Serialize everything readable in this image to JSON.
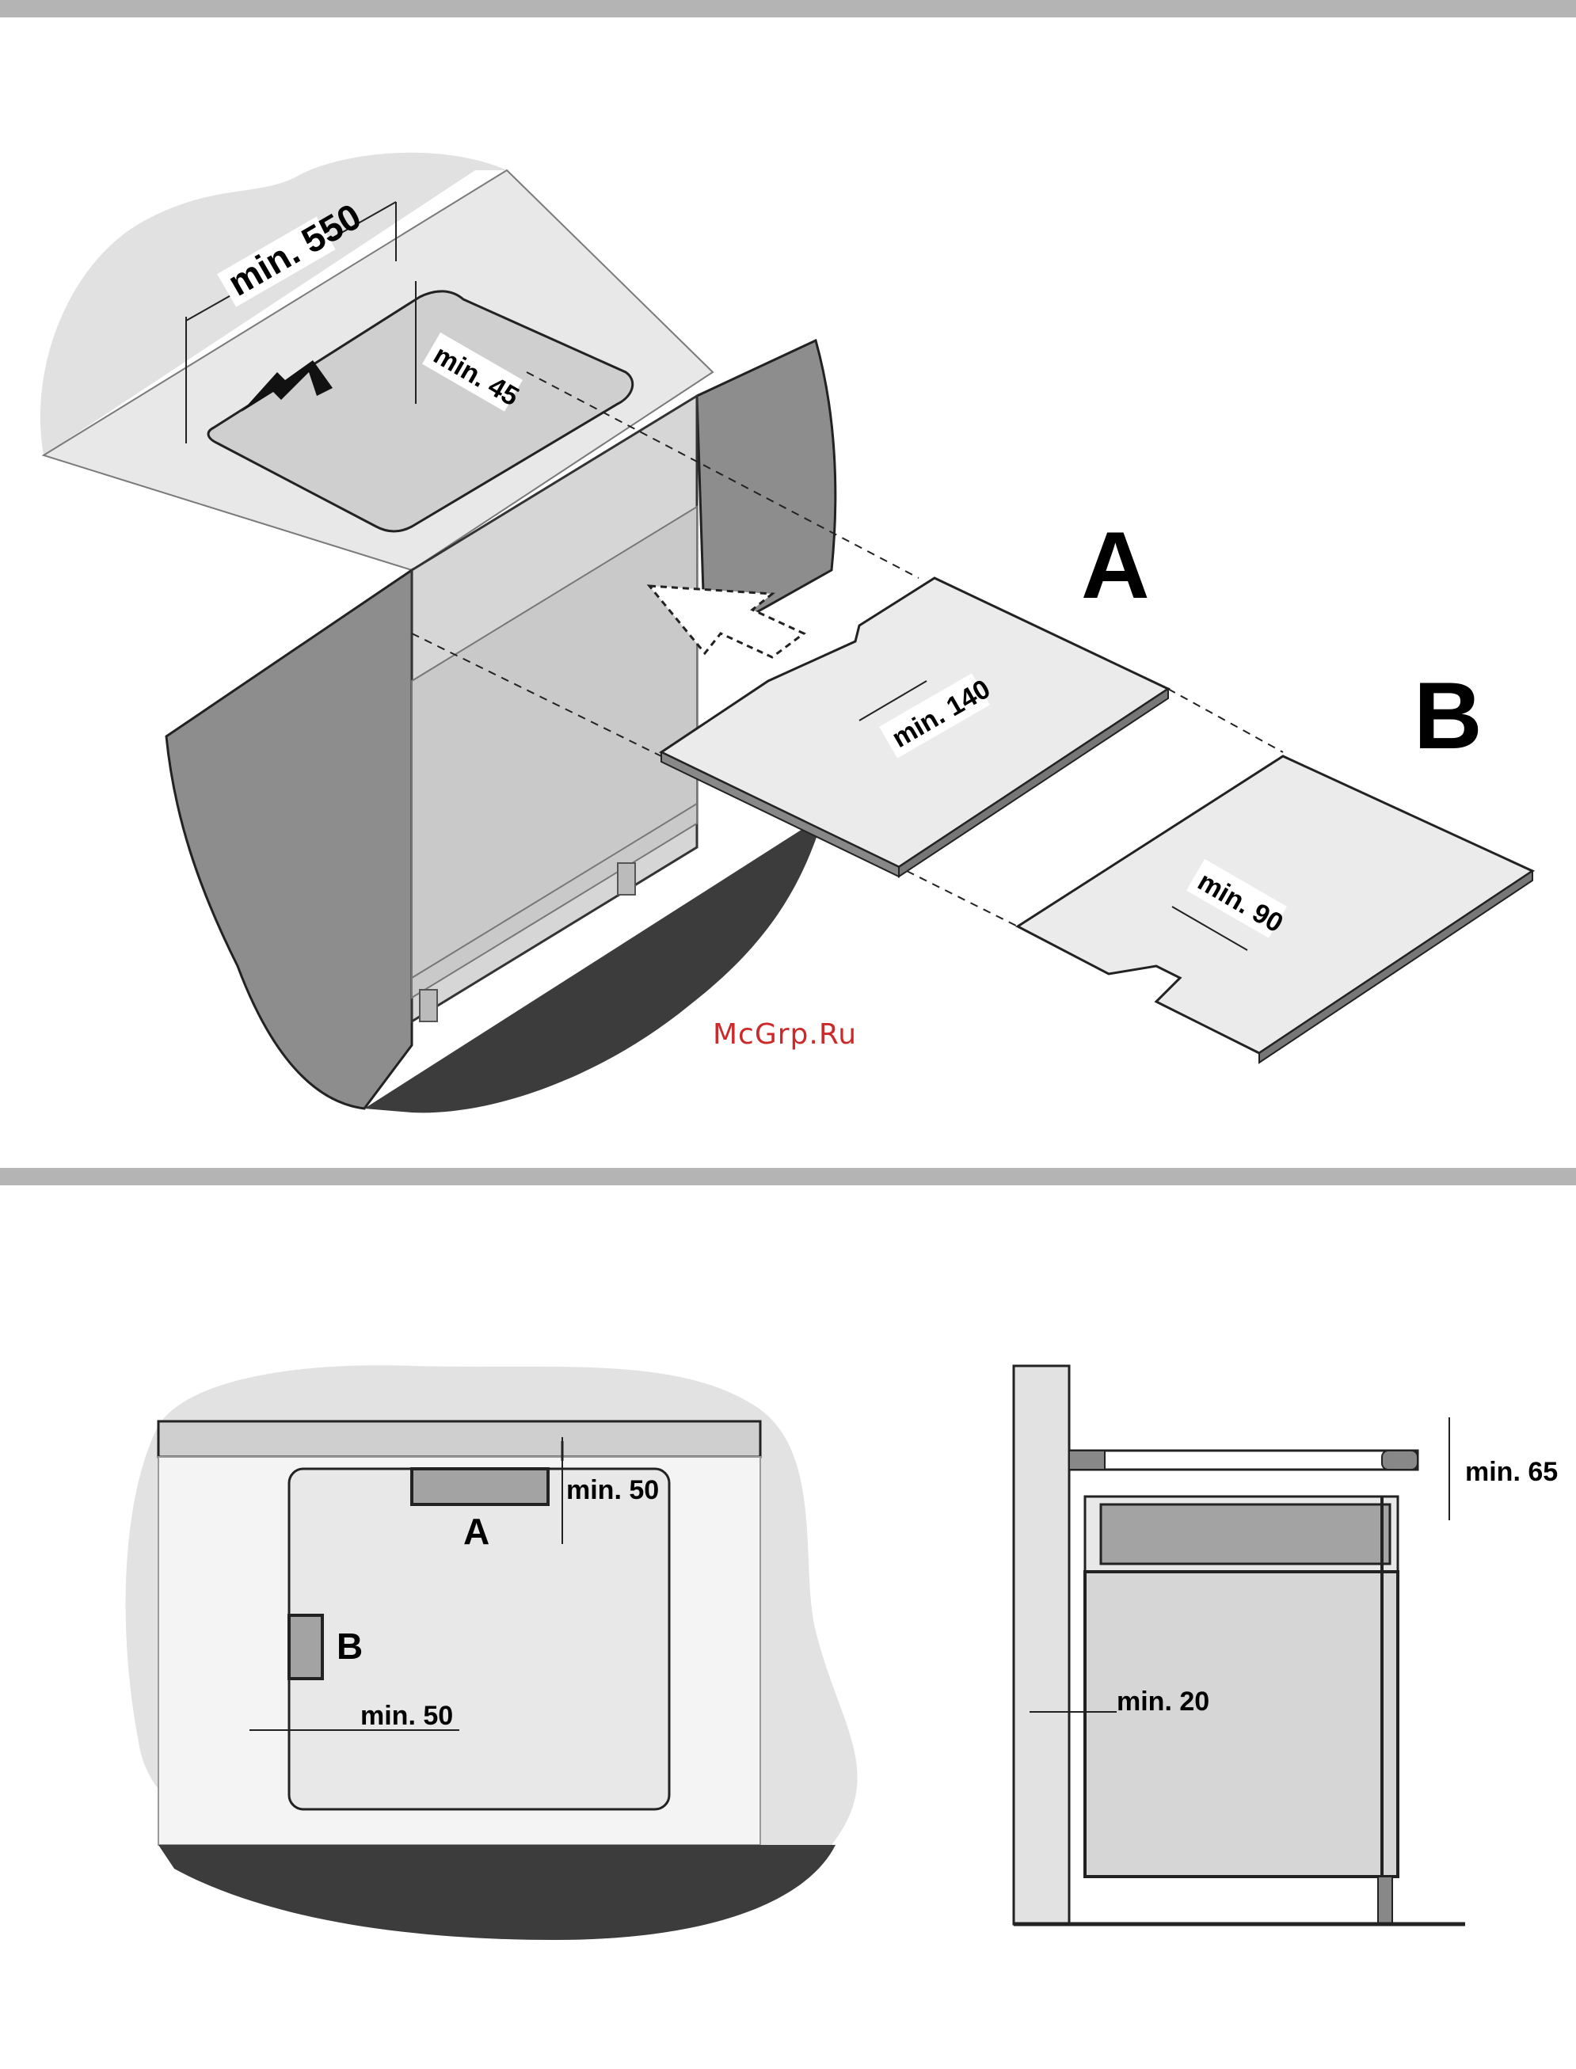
{
  "top_figure": {
    "dimensions": {
      "worktop_width": "min. 550",
      "worktop_depth": "min. 45",
      "cutout_a": "min. 140",
      "cutout_b": "min. 90"
    },
    "panel_labels": {
      "a": "A",
      "b": "B"
    }
  },
  "watermark": "McGrp.Ru",
  "bottom_left_figure": {
    "label_a": "A",
    "label_b": "B",
    "dim_a": "min. 50",
    "dim_b": "min. 50"
  },
  "bottom_right_figure": {
    "dim_top": "min. 65",
    "dim_gap": "min. 20"
  },
  "colors": {
    "band": "#b4b4b4",
    "wall": "#8c8c8c",
    "floor": "#3c3c3c",
    "panel": "#ebebeb",
    "cabinet": "#d6d6d6"
  }
}
